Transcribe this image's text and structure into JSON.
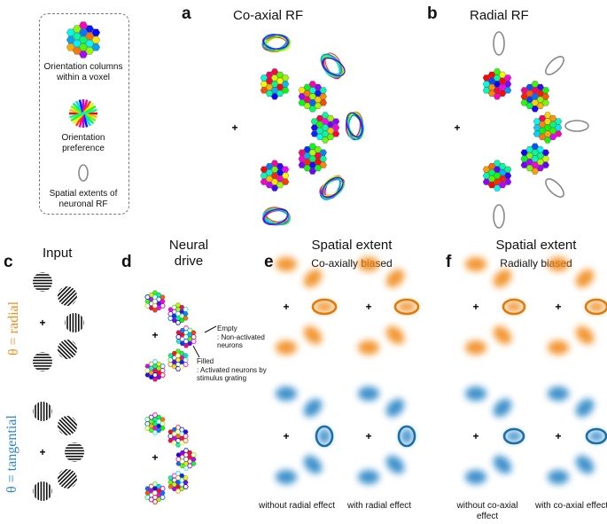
{
  "legend": {
    "item1": "Orientation columns within a voxel",
    "item2": "Orientation preference",
    "item3": "Spatial extents of neuronal RF"
  },
  "panel_a": {
    "letter": "a",
    "title": "Co-axial RF"
  },
  "panel_b": {
    "letter": "b",
    "title": "Radial RF"
  },
  "panel_c": {
    "letter": "c",
    "title": "Input"
  },
  "panel_d": {
    "letter": "d",
    "title": "Neural drive",
    "empty_label": "Empty",
    "empty_desc": ": Non-activated neurons",
    "filled_label": "Filled",
    "filled_desc": ": Activated neurons by stimulus grating"
  },
  "panel_e": {
    "letter": "e",
    "title": "Spatial extent",
    "subtitle": "Co-axially biased",
    "cap_left": "without radial effect",
    "cap_right": "with radial effect"
  },
  "panel_f": {
    "letter": "f",
    "title": "Spatial extent",
    "subtitle": "Radially biased",
    "cap_left": "without co-axial effect",
    "cap_right": "with co-axial effect"
  },
  "rows": {
    "radial": "θ = radial",
    "tangential": "θ = tangential"
  },
  "fixation": "+",
  "colors": {
    "radial": "#f28c1e",
    "tangential": "#2a86c7",
    "radial_dark": "#e07a0c",
    "tangential_dark": "#1a6eaa"
  }
}
